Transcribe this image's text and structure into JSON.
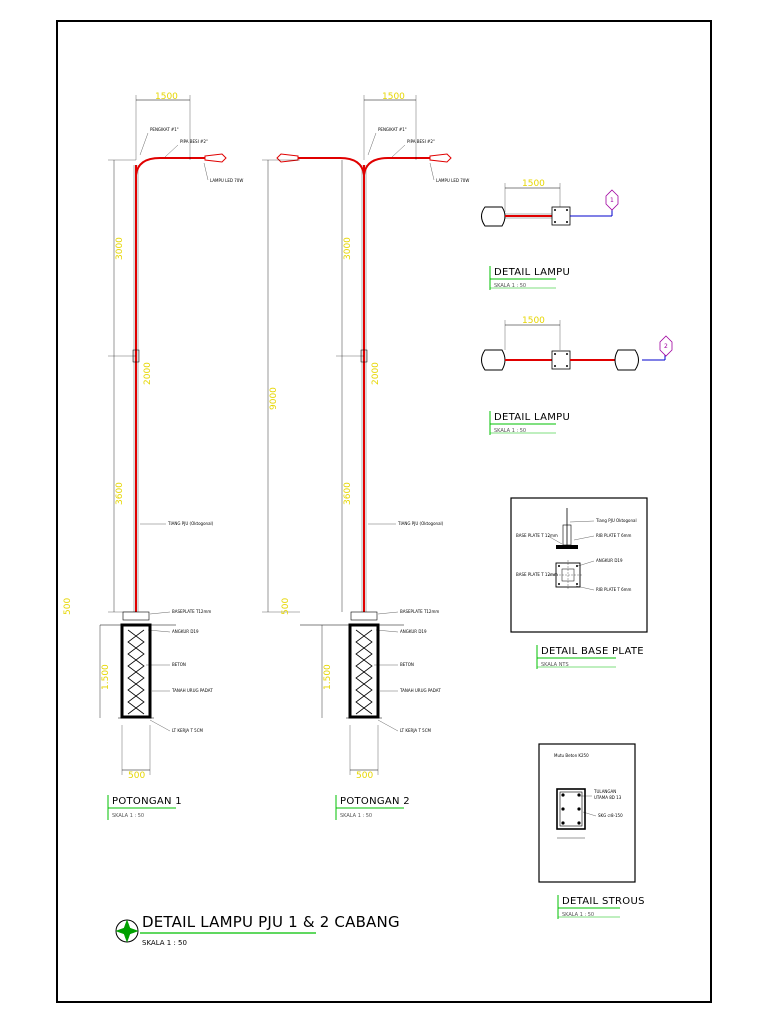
{
  "drawing": {
    "main_title": "DETAIL LAMPU PJU 1 & 2 CABANG",
    "main_scale": "SKALA 1 : 50"
  },
  "sections": [
    {
      "title": "POTONGAN 1",
      "scale": "SKALA 1 : 50"
    },
    {
      "title": "POTONGAN 2",
      "scale": "SKALA 1 : 50"
    }
  ],
  "details": {
    "lampu_1": {
      "title": "DETAIL LAMPU",
      "scale": "SKALA 1 : 50",
      "dimension": "1500",
      "marker": "1"
    },
    "lampu_2": {
      "title": "DETAIL LAMPU",
      "scale": "SKALA 1 : 50",
      "dimension": "1500",
      "marker": "2"
    },
    "base_plate": {
      "title": "DETAIL BASE PLATE",
      "scale": "SKALA NTS"
    },
    "strous": {
      "title": "DETAIL STROUS",
      "scale": "SKALA 1 : 50",
      "concrete_note": "Mutu Beton K250"
    }
  },
  "pole_labels": {
    "pengikat": "PENGIKAT #1\"",
    "pipa": "PIPA BESI #2\"",
    "lampu_led": "LAMPU LED 70W",
    "tiang": "TIANG PJU (Oktogonal)",
    "base_plate": "BASEPLATE T12mm",
    "angkur": "ANGKUR D19",
    "beton": "BETON",
    "tanah": "TANAH URUG PADAT",
    "lt_kerja": "LT KERJA T 5CM"
  },
  "pole_dimensions": {
    "arm_width": "1500",
    "upper": "3000",
    "middle": "2000",
    "lower": "3600",
    "total": "9000",
    "above_ground": "500",
    "foundation": "1.500",
    "foundation_width": "500"
  },
  "base_plate_labels": {
    "tiang": "Tiang PJU Oktogonal",
    "plate_top": "BASE PLATE T 12mm",
    "rib_top": "RIB PLATE T 6mm",
    "plate_side": "BASE PLATE T 12mm",
    "angkur": "ANGKUR D19",
    "rib_side": "RIB PLATE T 6mm"
  },
  "strous_labels": {
    "tulangan": "TULANGAN",
    "utama": "UTAMA 8D 13",
    "sengkang": "SKG ∅8-150"
  }
}
